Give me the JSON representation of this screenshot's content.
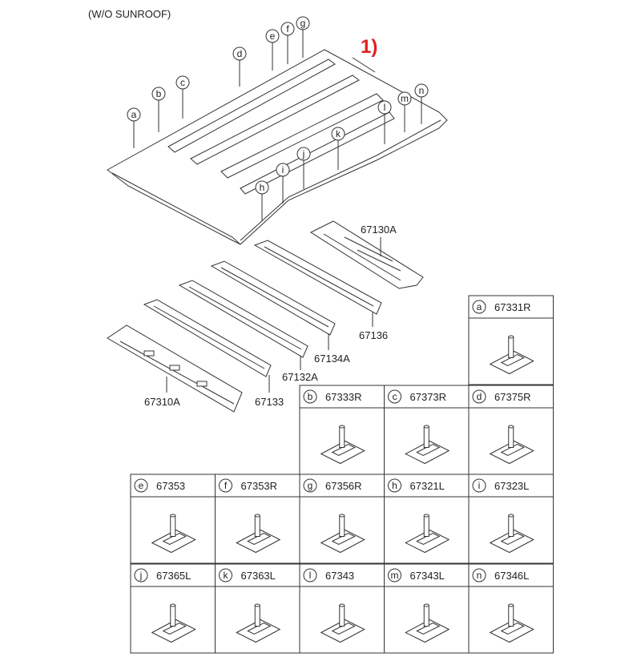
{
  "header": {
    "variant": "(W/O SUNROOF)",
    "note": "1)"
  },
  "colors": {
    "line": "#333333",
    "note": "#e02020",
    "background": "#ffffff"
  },
  "roof_callouts": [
    "a",
    "b",
    "c",
    "d",
    "e",
    "f",
    "g",
    "h",
    "i",
    "j",
    "k",
    "l",
    "m",
    "n"
  ],
  "part_labels": {
    "p67130A": "67130A",
    "p67136": "67136",
    "p67134A": "67134A",
    "p67132A": "67132A",
    "p67133": "67133",
    "p67310A": "67310A"
  },
  "clips": [
    {
      "letter": "a",
      "part": "67331R"
    },
    {
      "letter": "b",
      "part": "67333R"
    },
    {
      "letter": "c",
      "part": "67373R"
    },
    {
      "letter": "d",
      "part": "67375R"
    },
    {
      "letter": "e",
      "part": "67353"
    },
    {
      "letter": "f",
      "part": "67353R"
    },
    {
      "letter": "g",
      "part": "67356R"
    },
    {
      "letter": "h",
      "part": "67321L"
    },
    {
      "letter": "i",
      "part": "67323L"
    },
    {
      "letter": "j",
      "part": "67365L"
    },
    {
      "letter": "k",
      "part": "67363L"
    },
    {
      "letter": "l",
      "part": "67343"
    },
    {
      "letter": "m",
      "part": "67343L"
    },
    {
      "letter": "n",
      "part": "67346L"
    }
  ]
}
